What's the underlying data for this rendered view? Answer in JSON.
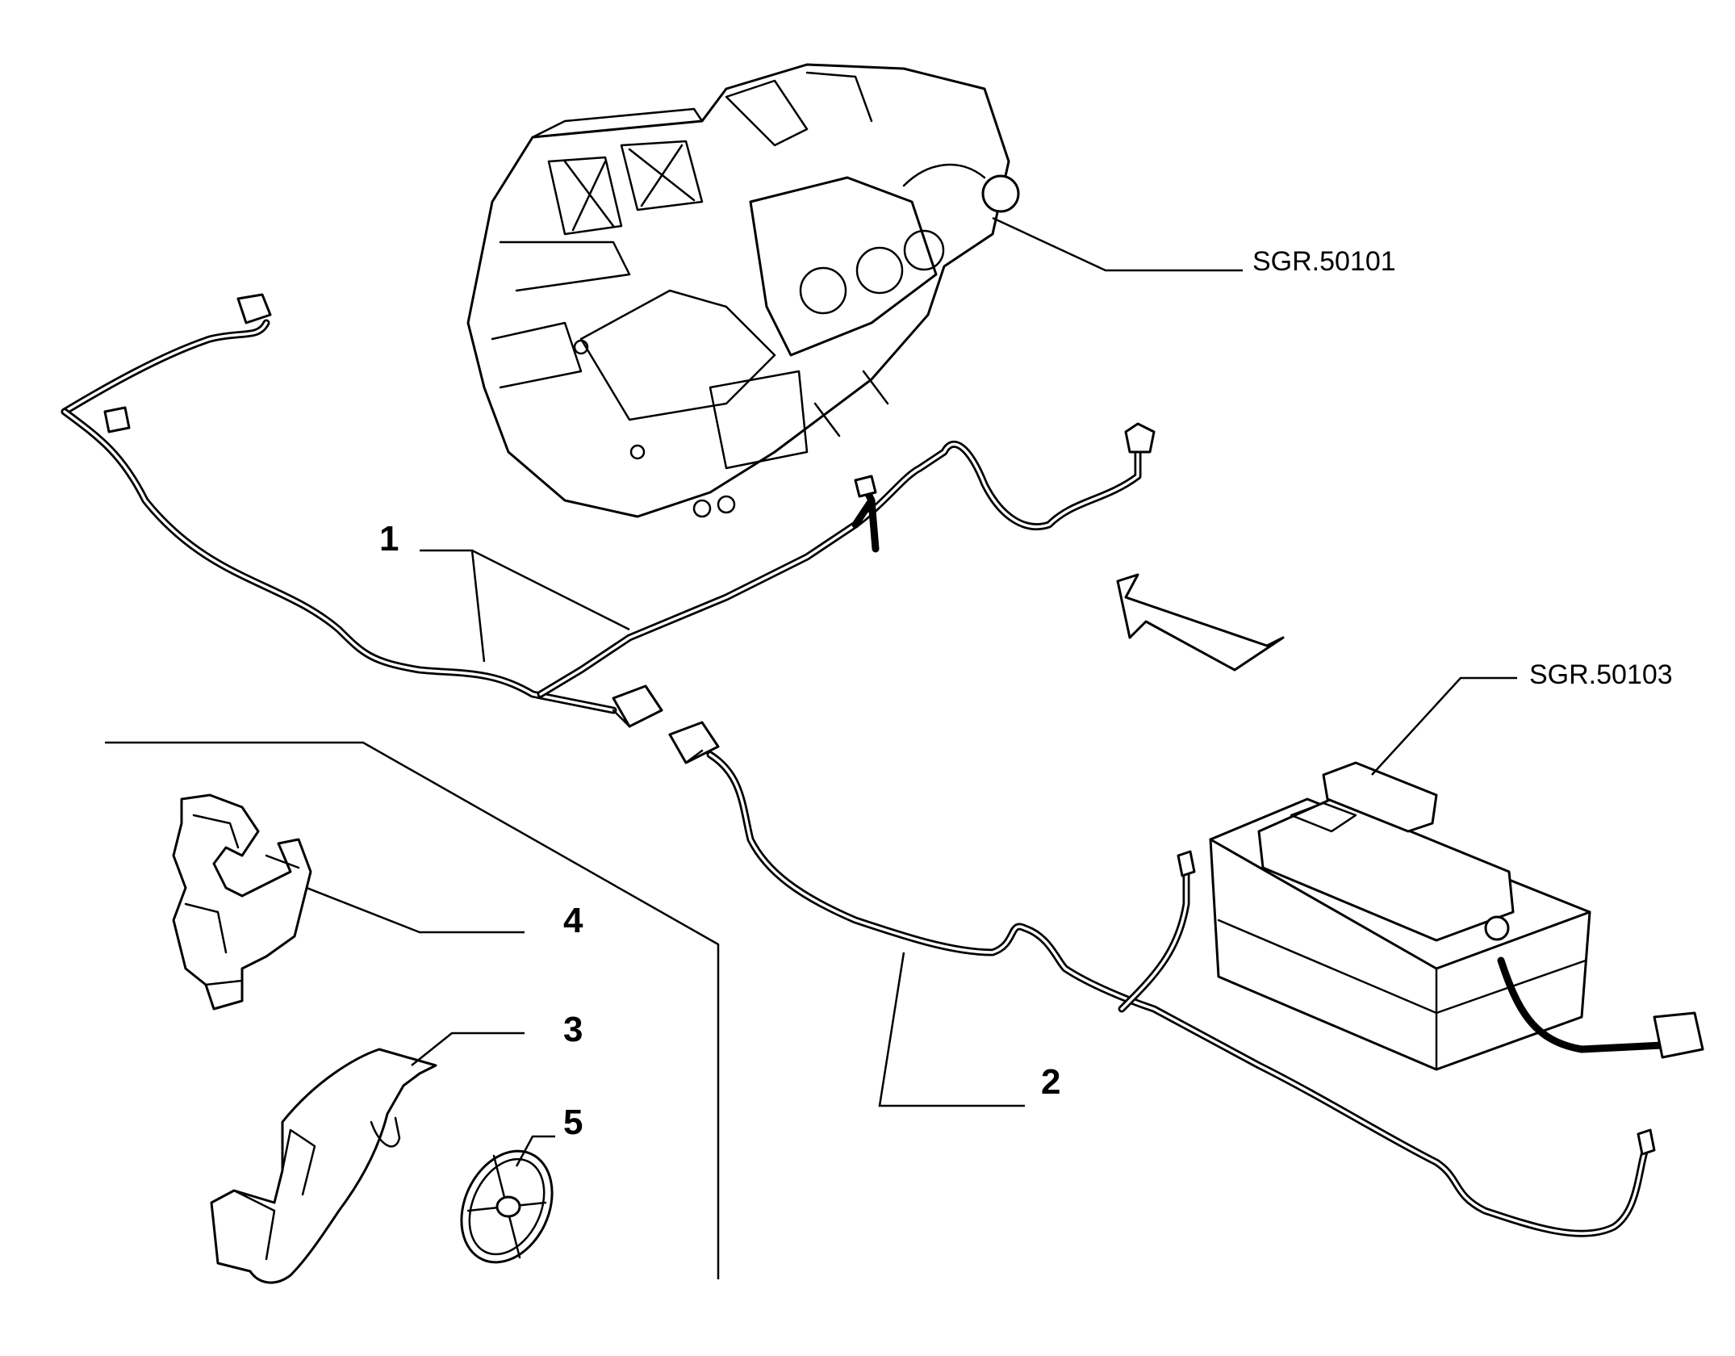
{
  "callouts": [
    {
      "id": "1",
      "label": "1"
    },
    {
      "id": "2",
      "label": "2"
    },
    {
      "id": "3",
      "label": "3"
    },
    {
      "id": "4",
      "label": "4"
    },
    {
      "id": "5",
      "label": "5"
    }
  ],
  "references": [
    {
      "id": "heater-unit",
      "label": "SGR.50101"
    },
    {
      "id": "battery",
      "label": "SGR.50103"
    }
  ],
  "colors": {
    "line": "#000000",
    "background": "#ffffff"
  }
}
